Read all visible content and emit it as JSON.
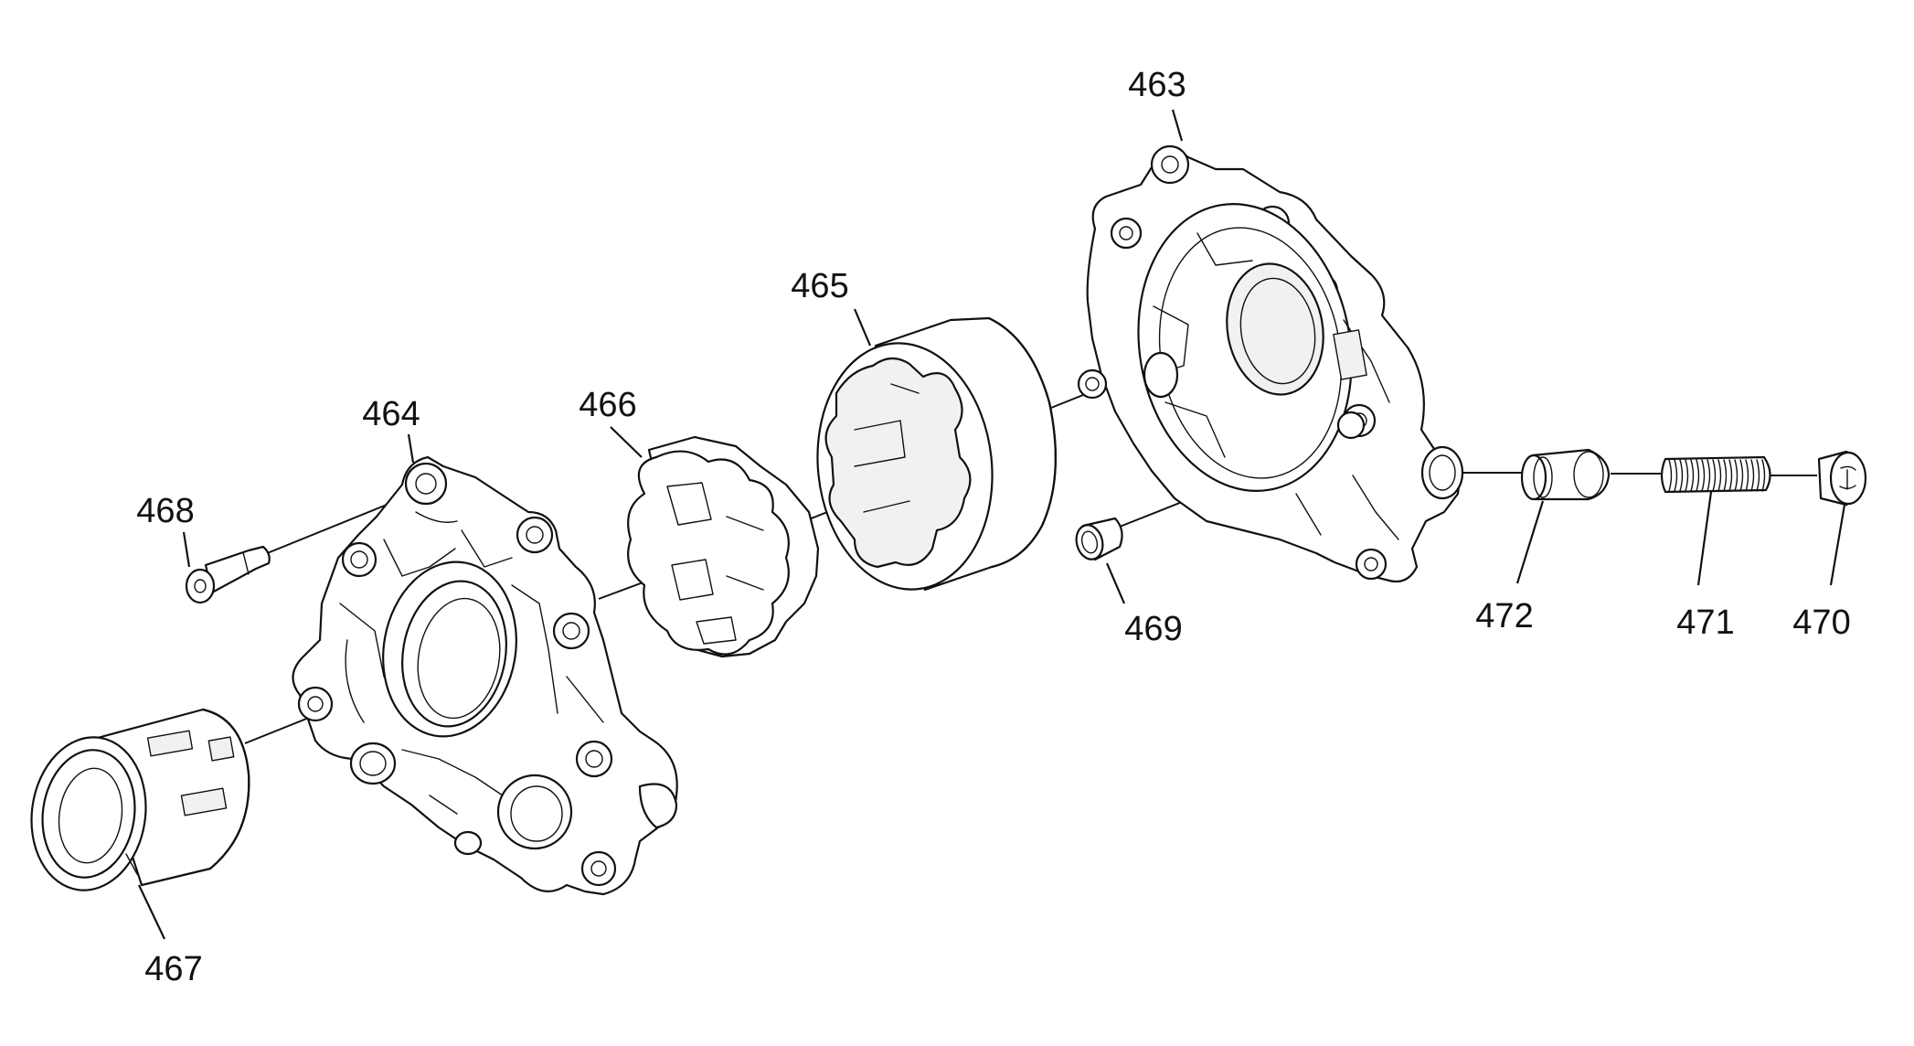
{
  "diagram": {
    "callouts": {
      "c463": "463",
      "c464": "464",
      "c465": "465",
      "c466": "466",
      "c467": "467",
      "c468": "468",
      "c469": "469",
      "c470": "470",
      "c471": "471",
      "c472": "472"
    }
  }
}
